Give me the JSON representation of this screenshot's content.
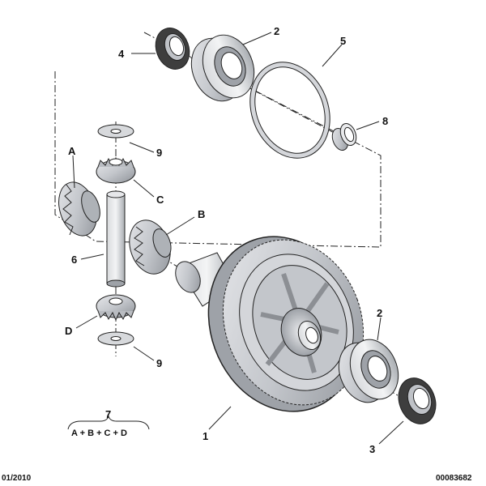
{
  "callouts": {
    "c1": "1",
    "c2_top": "2",
    "c2_bottom": "2",
    "c3": "3",
    "c4": "4",
    "c5": "5",
    "c6": "6",
    "c8": "8",
    "c9_top": "9",
    "c9_bottom": "9",
    "cA": "A",
    "cB": "B",
    "cC": "C",
    "cD": "D"
  },
  "kit": {
    "number": "7",
    "formula": "A + B + C + D"
  },
  "footer": {
    "date": "01/2010",
    "reference": "00083682"
  },
  "colors": {
    "part_fill": "#c9cbcf",
    "part_dark": "#8c8f94",
    "seal": "#4a4a4a",
    "line": "#222222"
  }
}
